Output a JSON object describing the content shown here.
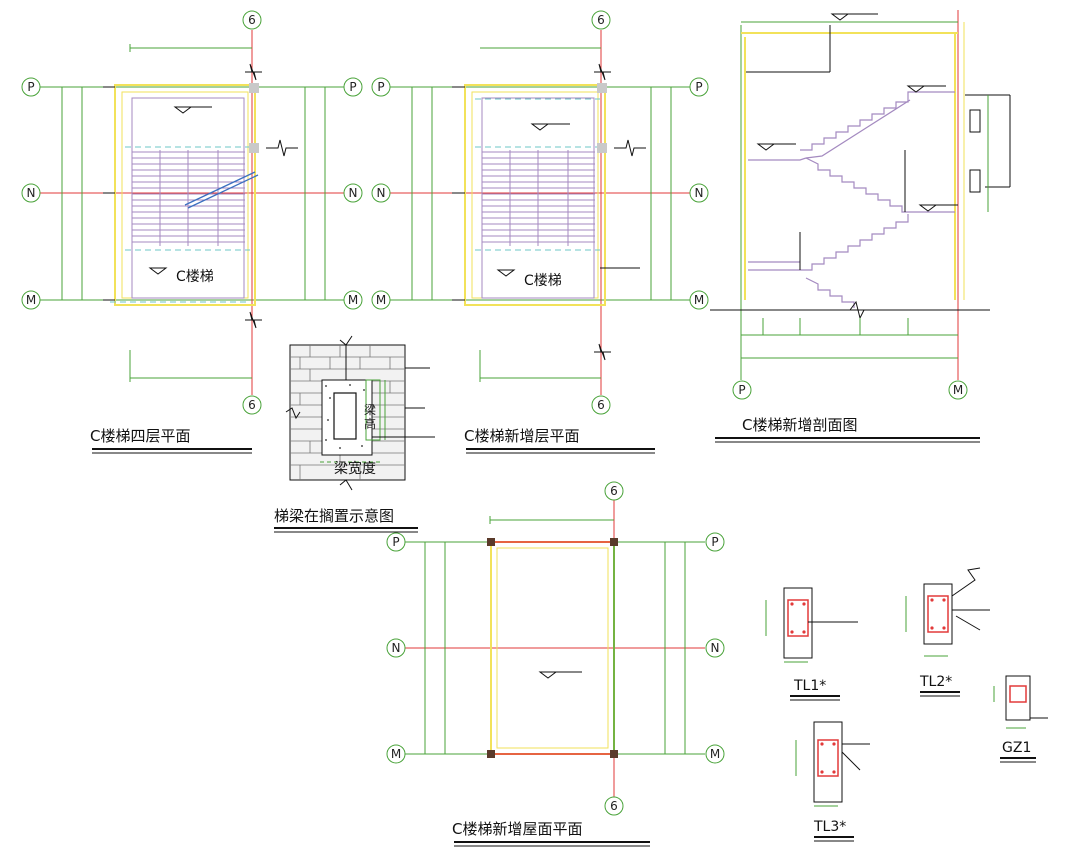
{
  "grid_labels": {
    "col6": "6",
    "rowP": "P",
    "rowN": "N",
    "rowM": "M"
  },
  "texts": {
    "stair_label": "C楼梯",
    "beam_width": "梁宽度",
    "beam_note_a": "梁",
    "beam_note_b": "高"
  },
  "captions": {
    "plan_fourth": "C楼梯四层平面",
    "plan_new": "C楼梯新增层平面",
    "section_new": "C楼梯新增剖面图",
    "beam_detail": "梯梁在搁置示意图",
    "roof_plan": "C楼梯新增屋面平面"
  },
  "details": {
    "tl1": "TL1*",
    "tl2": "TL2*",
    "tl3": "TL3*",
    "gz1": "GZ1"
  },
  "colors": {
    "axis": "#4aa33a",
    "red": "#e23a3a",
    "yellow": "#f2e25a",
    "purple": "#a48ac0",
    "black": "#111111"
  }
}
